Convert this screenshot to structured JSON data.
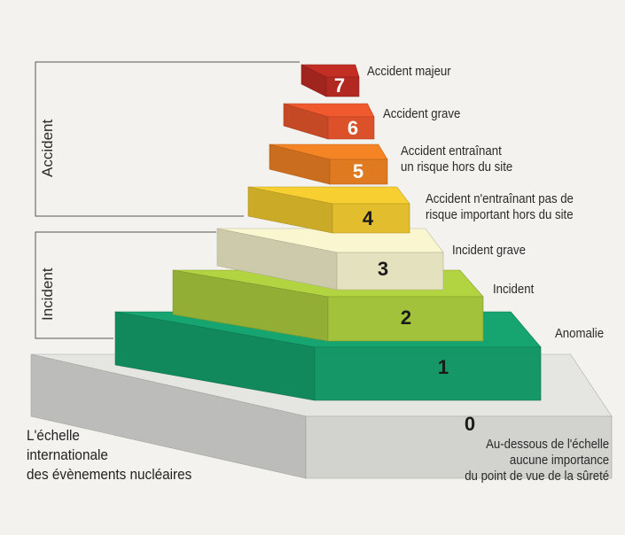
{
  "title_lines": [
    "L'échelle",
    "internationale",
    "des évènements nucléaires"
  ],
  "groups": [
    {
      "label": "Accident"
    },
    {
      "label": "Incident"
    }
  ],
  "levels": [
    {
      "number": "0",
      "lines": [
        "Au-dessous de l'échelle",
        "aucune importance",
        "du point de vue de la sûreté"
      ],
      "color": "#d6d6d3"
    },
    {
      "number": "1",
      "lines": [
        "Anomalie"
      ],
      "color": "#159a6a"
    },
    {
      "number": "2",
      "lines": [
        "Incident"
      ],
      "color": "#a6c63c"
    },
    {
      "number": "3",
      "lines": [
        "Incident grave"
      ],
      "color": "#e9e6c2"
    },
    {
      "number": "4",
      "lines": [
        "Accident n'entraînant pas de",
        "risque important hors du site"
      ],
      "color": "#e7c12e"
    },
    {
      "number": "5",
      "lines": [
        "Accident entraînant",
        "un risque hors du site"
      ],
      "color": "#e57c22"
    },
    {
      "number": "6",
      "lines": [
        "Accident grave"
      ],
      "color": "#e0532a"
    },
    {
      "number": "7",
      "lines": [
        "Accident majeur"
      ],
      "color": "#b52a22"
    }
  ]
}
